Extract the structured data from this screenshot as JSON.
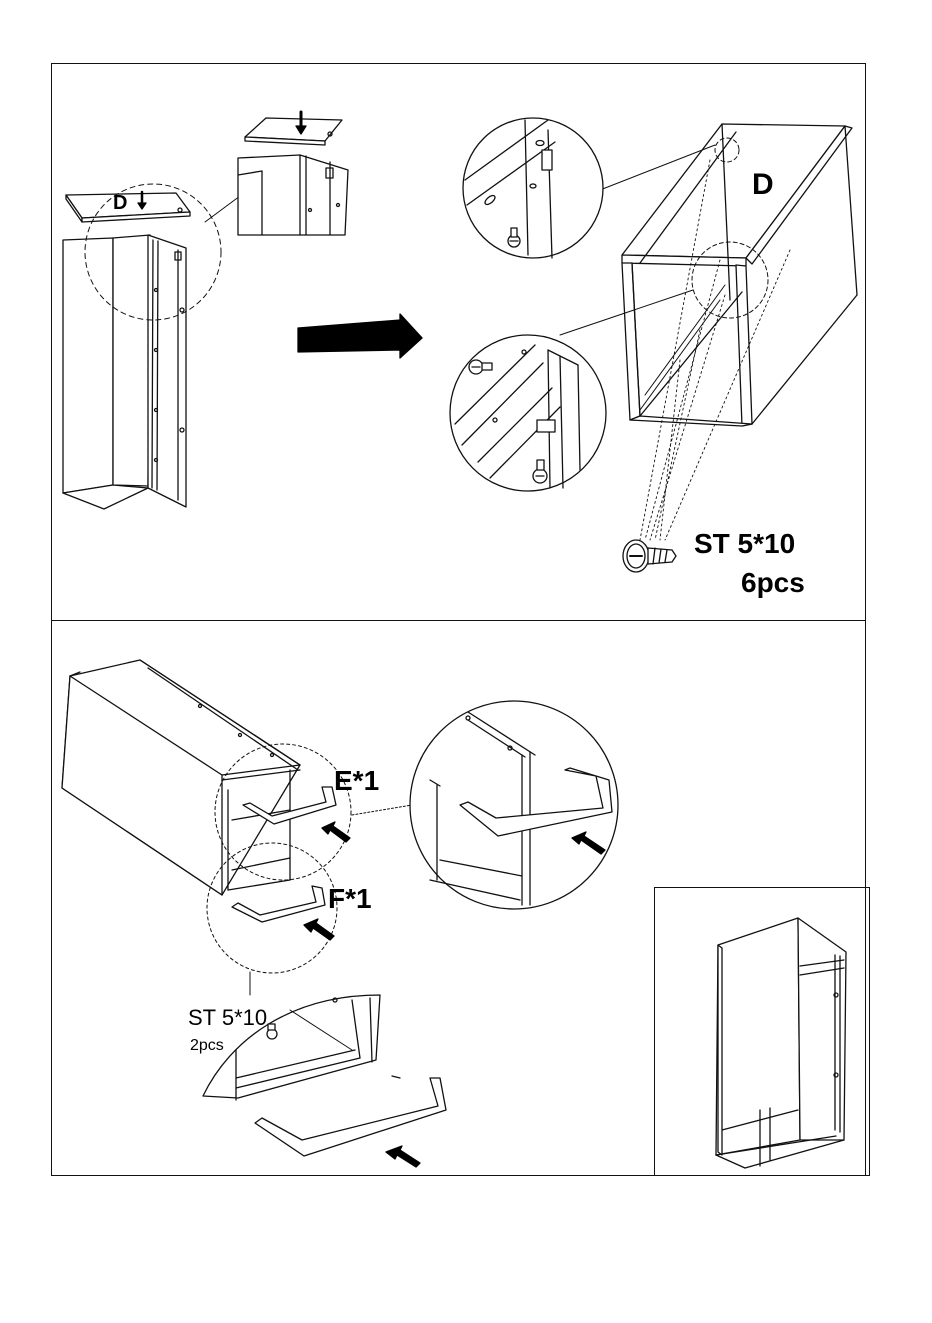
{
  "labels": {
    "part_d_small": "D",
    "part_d_large": "D",
    "screw_top": "ST 5*10",
    "qty_top": "6pcs",
    "part_e": "E*1",
    "part_f": "F*1",
    "screw_bottom": "ST 5*10",
    "qty_bottom": "2pcs"
  },
  "icons": {
    "direction_arrow": "right-arrow-icon",
    "screw": "screw-icon",
    "insert_arrow": "down-arrow-icon"
  },
  "colors": {
    "line": "#111111",
    "fill": "#ffffff",
    "arrow": "#000000"
  }
}
